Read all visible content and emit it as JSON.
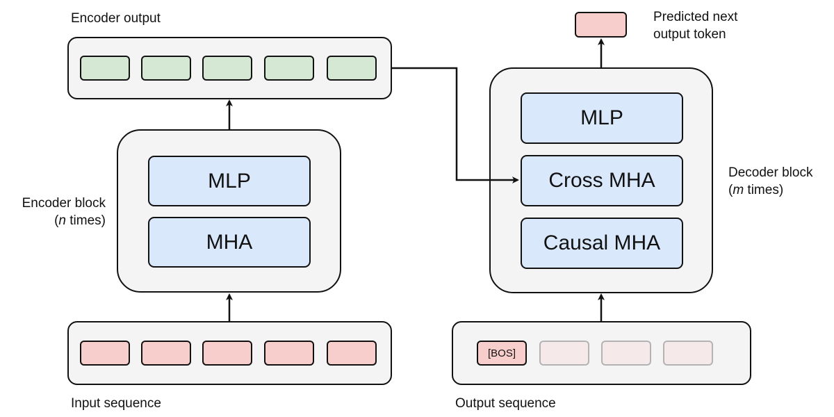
{
  "labels": {
    "encoder_output": "Encoder output",
    "predicted_line1": "Predicted next",
    "predicted_line2": "output token",
    "encoder_block_line1": "Encoder block",
    "encoder_block_n": "n",
    "encoder_block_times": " times)",
    "decoder_block_line1": "Decoder block",
    "decoder_block_m": "m",
    "decoder_block_times": " times)",
    "input_sequence": "Input sequence",
    "output_sequence": "Output sequence"
  },
  "encoder": {
    "layers": [
      "MLP",
      "MHA"
    ]
  },
  "decoder": {
    "layers": [
      "MLP",
      "Cross MHA",
      "Causal MHA"
    ]
  },
  "output_tokens": {
    "first": "[BOS]"
  },
  "colors": {
    "layer_fill": "#dae8fc",
    "encoder_token_fill": "#d5e8d4",
    "input_token_fill": "#f8cecc",
    "future_token_fill": "#f6e9e9",
    "container_fill": "#f4f4f4",
    "stroke": "#111111"
  }
}
